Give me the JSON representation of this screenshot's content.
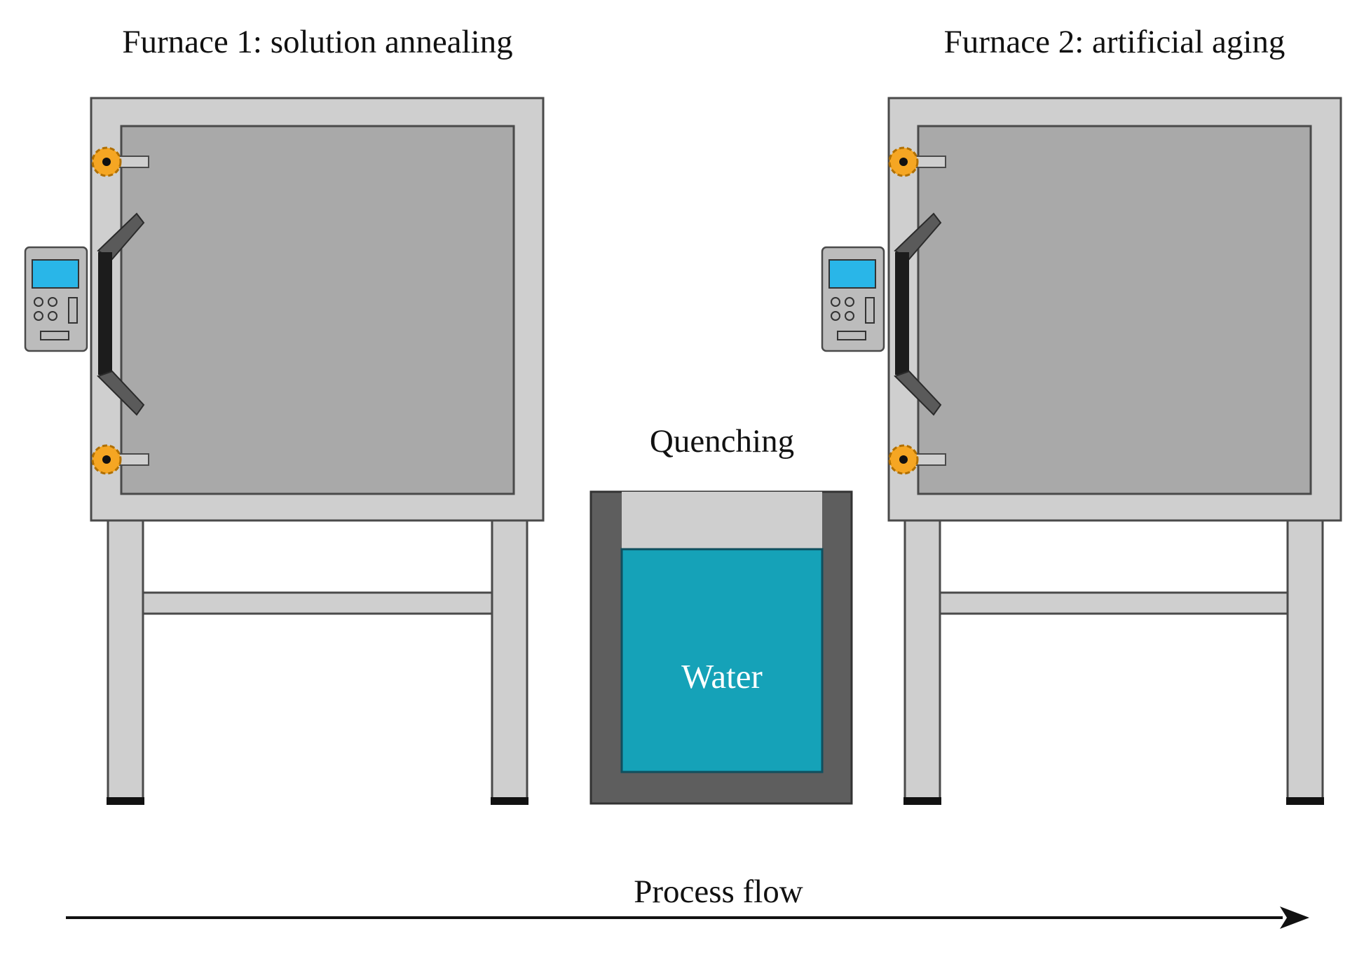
{
  "labels": {
    "furnace_1": "Furnace 1: solution annealing",
    "furnace_2": "Furnace 2: artificial aging",
    "quenching": "Quenching",
    "water": "Water",
    "process_flow": "Process flow"
  },
  "colors": {
    "frame": "#cfcfcf",
    "door": "#a9a9a9",
    "outline": "#4a4a4a",
    "handle": "#5a5a5a",
    "handle_grip": "#1c1c1c",
    "hinge_gear": "#f5a623",
    "controller_body": "#bcbcbc",
    "controller_screen": "#29b6e8",
    "tank_wall": "#5e5e5e",
    "tank_air": "#cfcfcf",
    "water": "#15a2b8",
    "leg_foot": "#111111",
    "arrow": "#111111"
  }
}
